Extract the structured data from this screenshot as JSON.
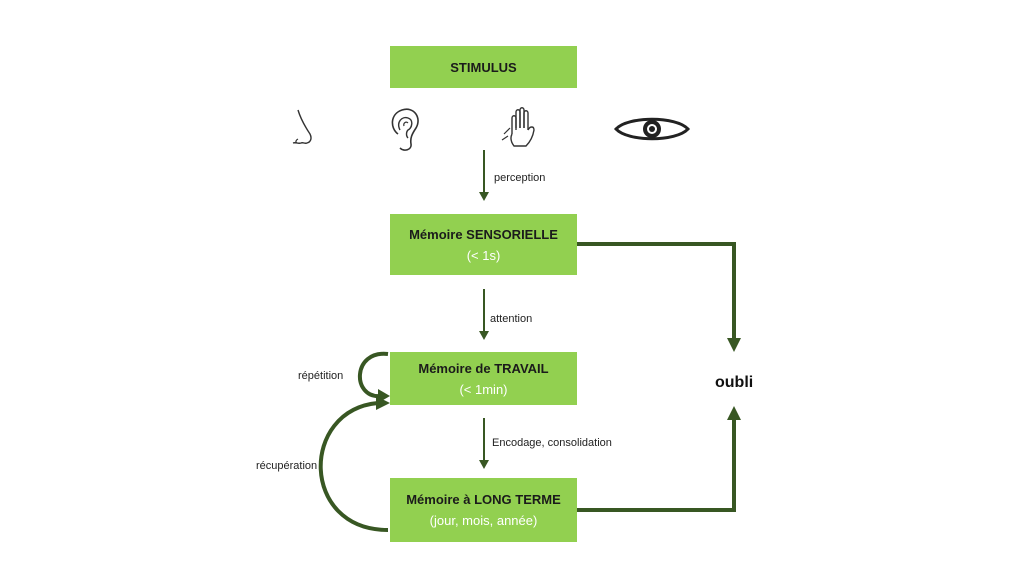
{
  "stimulus": {
    "title": "STIMULUS"
  },
  "sensory": {
    "title": "Mémoire SENSORIELLE",
    "sub": "(< 1s)"
  },
  "working": {
    "title": "Mémoire de TRAVAIL",
    "sub": "(< 1min)"
  },
  "longterm": {
    "title": "Mémoire à LONG TERME",
    "sub": "(jour, mois, année)"
  },
  "labels": {
    "perception": "perception",
    "attention": "attention",
    "encodage": "Encodage, consolidation",
    "repetition": "répétition",
    "recuperation": "récupération",
    "oubli": "oubli"
  },
  "senses": [
    "nose-icon",
    "ear-icon",
    "hand-icon",
    "eye-icon"
  ],
  "colors": {
    "box": "#92d050",
    "arrow": "#385723",
    "subtext": "#ffffff"
  }
}
